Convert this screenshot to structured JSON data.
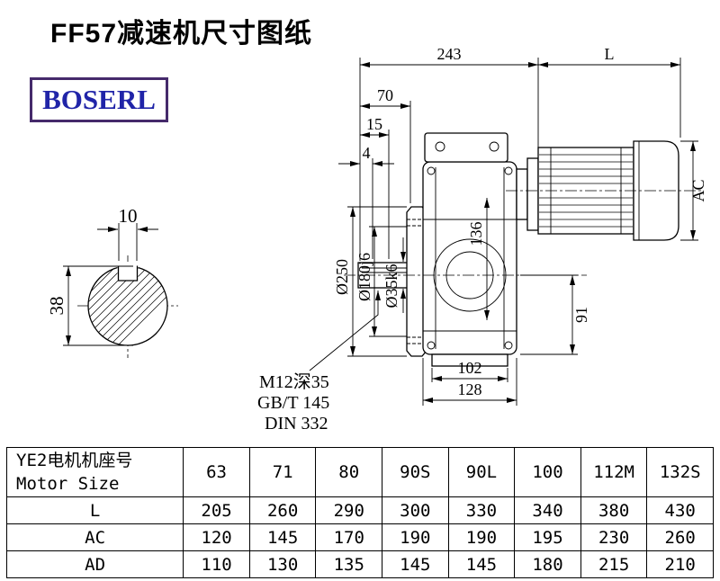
{
  "page": {
    "title": "FF57减速机尺寸图纸",
    "brand": "BOSERL"
  },
  "drawing": {
    "dims": {
      "top_width": "243",
      "motor_length": "L",
      "d70": "70",
      "d15": "15",
      "d4": "4",
      "ac": "AC",
      "d136": "136",
      "d91": "91",
      "d102": "102",
      "d128": "128",
      "flange_dia": "Ø250",
      "spigot_dia": "Ø180j6",
      "shaft_dia": "Ø35k6",
      "key_width": "10",
      "shaft_height": "38",
      "note1": "M12深35",
      "note2": "GB/T 145",
      "note3": "DIN 332"
    }
  },
  "table": {
    "header_cn": "YE2电机机座号",
    "header_en": "Motor Size",
    "columns": [
      "63",
      "71",
      "80",
      "90S",
      "90L",
      "100",
      "112M",
      "132S"
    ],
    "rows": [
      {
        "label": "L",
        "values": [
          "205",
          "260",
          "290",
          "300",
          "330",
          "340",
          "380",
          "430"
        ]
      },
      {
        "label": "AC",
        "values": [
          "120",
          "145",
          "170",
          "190",
          "190",
          "195",
          "230",
          "260"
        ]
      },
      {
        "label": "AD",
        "values": [
          "110",
          "130",
          "135",
          "145",
          "145",
          "180",
          "215",
          "210"
        ]
      }
    ]
  }
}
